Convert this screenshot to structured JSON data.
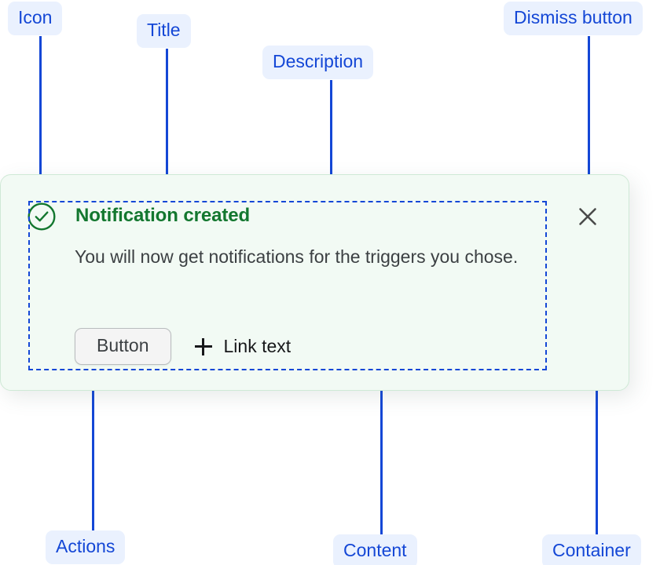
{
  "annotations": {
    "icon": {
      "label": "Icon"
    },
    "title": {
      "label": "Title"
    },
    "description": {
      "label": "Description"
    },
    "dismiss": {
      "label": "Dismiss button"
    },
    "actions": {
      "label": "Actions"
    },
    "content": {
      "label": "Content"
    },
    "container": {
      "label": "Container"
    }
  },
  "notification": {
    "status": "success",
    "icon_name": "check-circle-icon",
    "title": "Notification created",
    "description": "You will now get notifications for the triggers you chose.",
    "actions": {
      "button_label": "Button",
      "link_icon_name": "plus-icon",
      "link_label": "Link text"
    },
    "dismiss_icon_name": "close-icon"
  },
  "colors": {
    "annotation_blue": "#1447d6",
    "annotation_chip_bg": "#eaf1fe",
    "success_green": "#13772f",
    "card_bg": "#f2faf4",
    "card_border": "#cfe9d6",
    "body_text": "#3c4043",
    "dismiss_icon": "#4a4a4a",
    "button_bg": "#f4f4f4",
    "button_border": "#b9bcbe"
  }
}
